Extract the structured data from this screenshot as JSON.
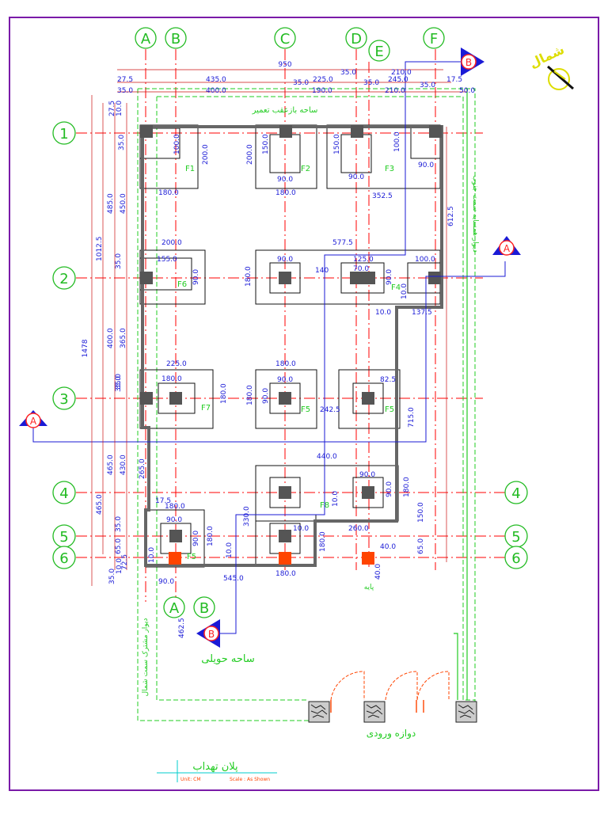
{
  "grid": {
    "columns_top": [
      "A",
      "B",
      "C",
      "D",
      "E",
      "F"
    ],
    "columns_bottom": [
      "A",
      "B"
    ],
    "rows": [
      "1",
      "2",
      "3",
      "4",
      "5",
      "6"
    ]
  },
  "sections": {
    "A_left": "A",
    "A_right": "A",
    "B_top": "B",
    "B_bottom": "B"
  },
  "footings": [
    "F1",
    "F2",
    "F3",
    "F4",
    "F5",
    "F5",
    "F5",
    "F6",
    "F7",
    "F8"
  ],
  "dimensions": {
    "overall_width": "950",
    "overall_height": "1478",
    "top_row1": [
      "27.5",
      "435.0",
      "35.0",
      "225.0",
      "35.0",
      "245.0",
      "35.0",
      "17.5"
    ],
    "top_row2": [
      "35.0",
      "400.0",
      "190.0",
      "210.0",
      "50.0"
    ],
    "top_row0": [
      "35.0",
      "210.0"
    ],
    "left_col": [
      "27.5",
      "10.0",
      "35.0",
      "485.0",
      "450.0",
      "35.0",
      "400.0",
      "365.0",
      "35.0",
      "465.0",
      "430.0",
      "35.0",
      "65.0",
      "72.5",
      "10.0",
      "35.0"
    ],
    "left_outer": [
      "1012.5",
      "465.0",
      "265.0"
    ],
    "f1": [
      "100.0",
      "200.0",
      "180.0"
    ],
    "f2": [
      "200.0",
      "150.0",
      "90.0",
      "180.0"
    ],
    "f3": [
      "150.0",
      "90.0",
      "352.5",
      "100.0",
      "90.0"
    ],
    "f6": [
      "200.0",
      "155.0",
      "90.0"
    ],
    "center": [
      "577.5",
      "90.0",
      "125.0",
      "70.0",
      "100.0",
      "180.0",
      "140",
      "90.0",
      "10.0",
      "10.0",
      "137.5",
      "612.5"
    ],
    "f7": [
      "225.0",
      "180.0",
      "180.0",
      "35.0"
    ],
    "f5a": [
      "180.0",
      "90.0",
      "180.0",
      "90.0",
      "242.5",
      "82.5",
      "715.0"
    ],
    "f8": [
      "440.0",
      "90.0",
      "180.0",
      "90.0",
      "150.0",
      "330.0",
      "10.0",
      "260.0",
      "10.0",
      "180.0",
      "65.0",
      "40.0",
      "40.0"
    ],
    "bottom_left": [
      "17.5",
      "180.0",
      "90.0",
      "90.0",
      "180.0",
      "10.0",
      "545.0",
      "180.0",
      "90.0",
      "462.5",
      "10.0"
    ]
  },
  "notes": {
    "setback": "ساحه بازعقب تعمیر",
    "east_wall": "دیوار همسایه سمت جنوب",
    "west_wall": "دیوار مشترک سمت شمال",
    "yard": "ساحه حویلی",
    "gate": "دوازه ورودی",
    "column_note": "پایه",
    "north_mark": "شمال"
  },
  "title_block": {
    "title": "پلان تهداب",
    "unit": "Unit: CM",
    "scale": "Scale : As Shown"
  },
  "colors": {
    "grid": "#ff0000",
    "dimension": "#1a1ad6",
    "label": "#22cc22",
    "wall": "#666666",
    "column": "#555555",
    "new_column": "#ff4400"
  }
}
